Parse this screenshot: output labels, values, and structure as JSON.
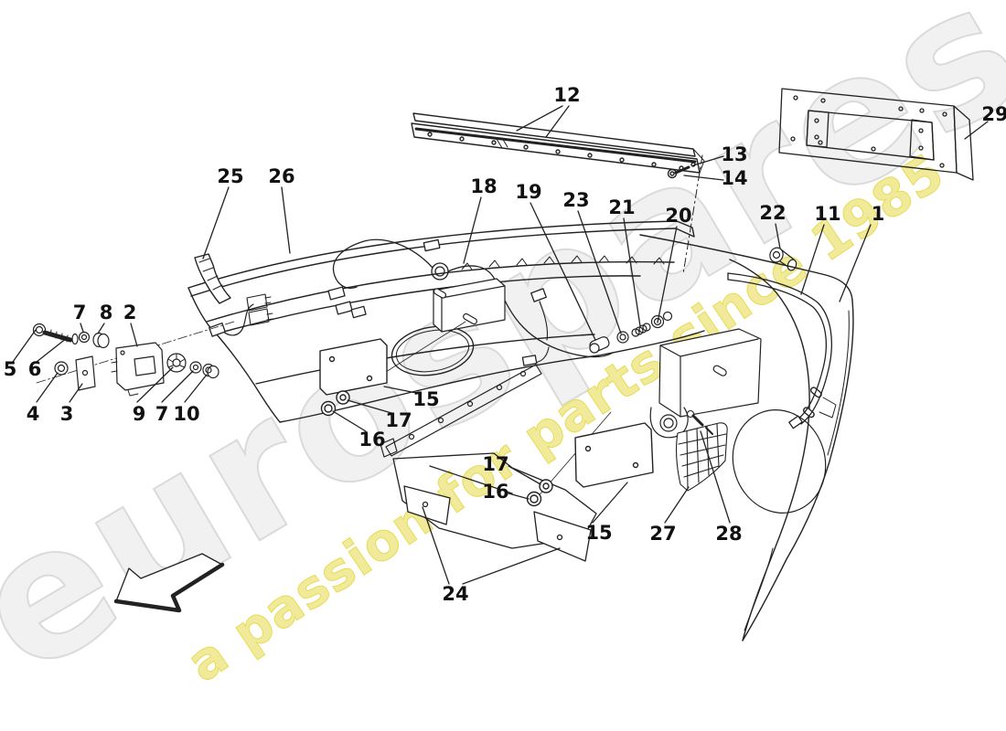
{
  "watermarks": {
    "brand": "eurospares",
    "brand_fill": "#f1f1f1",
    "brand_stroke": "#dadada",
    "tagline": "a passion for parts since 1985",
    "tagline_fill": "#f0e88f",
    "tagline_stroke": "#e6dc55"
  },
  "callouts": {
    "c1": "1",
    "c2": "2",
    "c3": "3",
    "c4": "4",
    "c5": "5",
    "c6": "6",
    "c7a": "7",
    "c7b": "7",
    "c8": "8",
    "c9": "9",
    "c10": "10",
    "c11": "11",
    "c12": "12",
    "c13": "13",
    "c14": "14",
    "c15a": "15",
    "c15b": "15",
    "c16a": "16",
    "c16b": "16",
    "c17a": "17",
    "c17b": "17",
    "c18": "18",
    "c19": "19",
    "c20": "20",
    "c21": "21",
    "c22": "22",
    "c23": "23",
    "c24": "24",
    "c25": "25",
    "c26": "26",
    "c27": "27",
    "c28": "28",
    "c29": "29"
  }
}
